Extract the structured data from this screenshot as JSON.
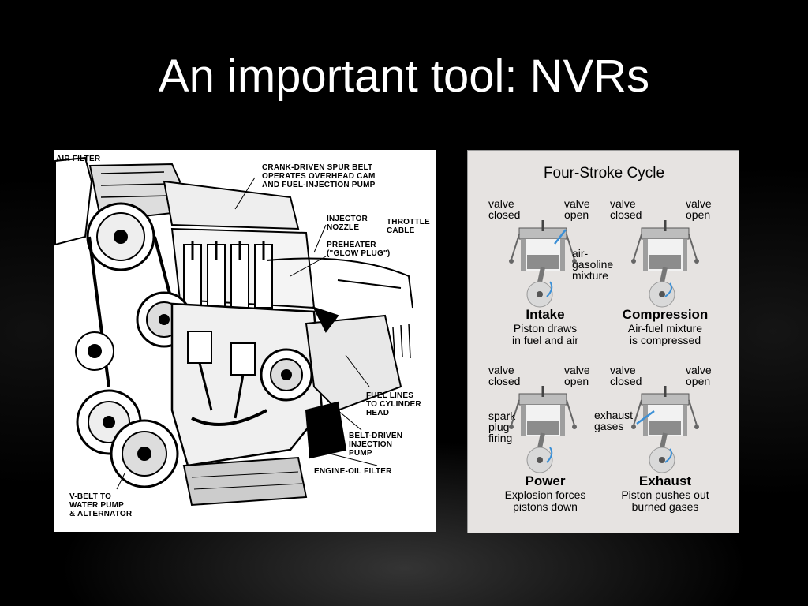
{
  "slide": {
    "title": "An important tool: NVRs"
  },
  "engine": {
    "labels": {
      "air_filter": "AIR FILTER",
      "spur_belt": "CRANK-DRIVEN SPUR BELT\nOPERATES OVERHEAD CAM\nAND FUEL-INJECTION PUMP",
      "injector_nozzle": "INJECTOR\nNOZZLE",
      "throttle_cable": "THROTTLE\nCABLE",
      "preheater": "PREHEATER\n(\"GLOW PLUG\")",
      "fuel_lines": "FUEL LINES\nTO CYLINDER\nHEAD",
      "injection_pump": "BELT-DRIVEN\nINJECTION\nPUMP",
      "oil_filter": "ENGINE-OIL FILTER",
      "v_belt": "V-BELT TO\nWATER PUMP\n& ALTERNATOR"
    }
  },
  "cycle": {
    "title": "Four-Stroke Cycle",
    "valve_closed": "valve\nclosed",
    "valve_open": "valve\nopen",
    "strokes": [
      {
        "name": "Intake",
        "desc": "Piston draws\nin fuel and air",
        "note": "air-\ngasoline\nmixture"
      },
      {
        "name": "Compression",
        "desc": "Air-fuel mixture\nis compressed"
      },
      {
        "name": "Power",
        "desc": "Explosion forces\npistons down",
        "note": "spark\nplug\nfiring"
      },
      {
        "name": "Exhaust",
        "desc": "Piston pushes out\nburned gases",
        "note": "exhaust\ngases"
      }
    ]
  }
}
